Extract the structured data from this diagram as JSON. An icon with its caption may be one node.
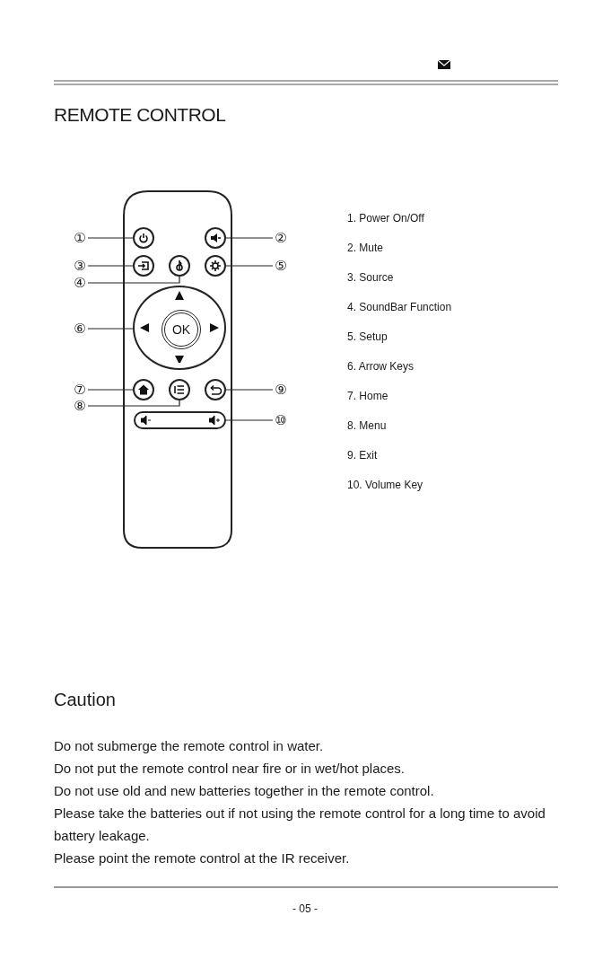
{
  "diagram": {
    "title": "REMOTE CONTROL",
    "nodes": [
      {
        "text": [
          "①"
        ]
      },
      {
        "text": [],
        "shape": "circle"
      },
      {
        "text": [
          "②"
        ]
      },
      {
        "text": [],
        "shape": "circle"
      },
      {
        "text": [
          "③"
        ]
      },
      {
        "text": [],
        "shape": "circle"
      },
      {
        "text": [
          "④"
        ]
      },
      {
        "text": [],
        "shape": "circle"
      },
      {
        "text": [
          "⑤"
        ]
      },
      {
        "text": [],
        "shape": "circle"
      },
      {
        "text": [
          "⑥"
        ]
      },
      {
        "text": [],
        "shape": "circle"
      },
      {
        "text": [
          "OK"
        ],
        "in": 11
      },
      {
        "text": [
          "⑦"
        ]
      },
      {
        "text": [],
        "shape": "circle"
      },
      {
        "text": [
          "⑧"
        ]
      },
      {
        "text": [],
        "shape": "circle"
      },
      {
        "text": [
          "⑨"
        ]
      },
      {
        "text": [],
        "shape": "circle"
      },
      {
        "text": [
          "⑩"
        ]
      },
      {
        "text": [],
        "shape": "bar"
      }
    ],
    "edges": [
      {
        "from": 0,
        "to": 1,
        "arrow": "none"
      },
      {
        "from": 2,
        "to": 3,
        "arrow": "none"
      },
      {
        "from": 4,
        "to": 5,
        "arrow": "none"
      },
      {
        "from": 6,
        "to": 7,
        "arrow": "none"
      },
      {
        "from": 8,
        "to": 9,
        "arrow": "none"
      },
      {
        "from": 10,
        "to": 11,
        "arrow": "none"
      },
      {
        "from": 13,
        "to": 14,
        "arrow": "none"
      },
      {
        "from": 15,
        "to": 16,
        "arrow": "none"
      },
      {
        "from": 17,
        "to": 18,
        "arrow": "none"
      },
      {
        "from": 19,
        "to": 20,
        "arrow": "none"
      }
    ],
    "labels": [
      "1. Power On/Off",
      "2. Mute",
      "3. Source",
      "4. SoundBar Function",
      "5. Setup",
      "6. Arrow Keys",
      "7. Home",
      "8. Menu",
      "9. Exit",
      "10. Volume Key",
      "Caution",
      "Do not submerge the remote control in water.",
      "Do not put the remote control near fire or in wet/hot places.",
      "Do not use old and new batteries together in the remote control.",
      "Please take the batteries out if not using the remote control for a long time to avoid battery leakage.",
      "Please point the remote control at the IR receiver.",
      "- 05 -"
    ]
  }
}
